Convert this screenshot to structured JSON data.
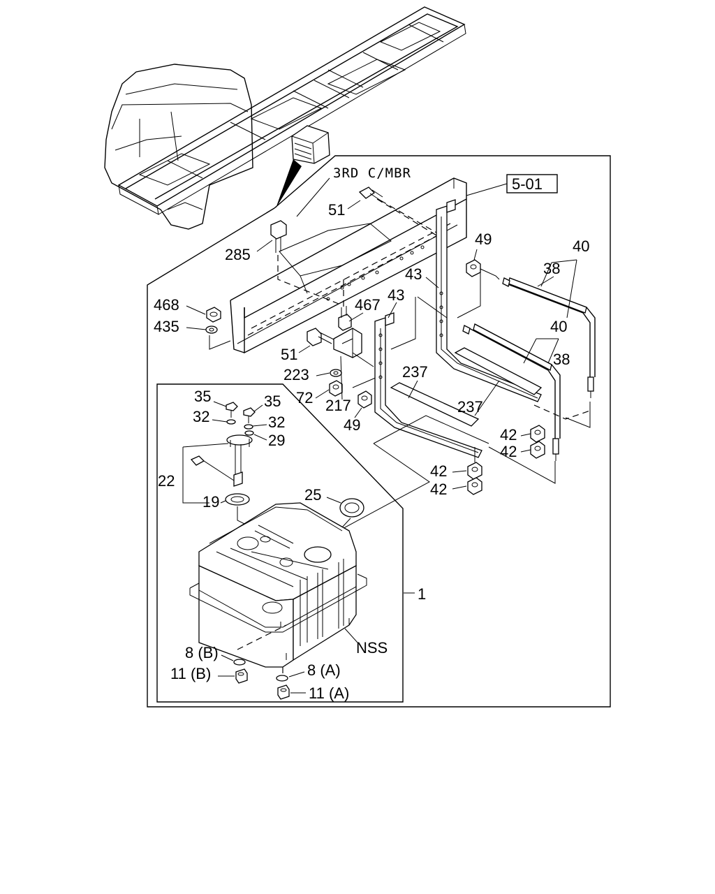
{
  "diagram": {
    "section_ref": "5-01",
    "frame_note": "3RD C/MBR",
    "callouts": {
      "p40a": "40",
      "p38a": "38",
      "p49a": "49",
      "p51a": "51",
      "p285": "285",
      "p43a": "43",
      "p43b": "43",
      "p467": "467",
      "p468": "468",
      "p435": "435",
      "p51b": "51",
      "p40b": "40",
      "p38b": "38",
      "p223": "223",
      "p237a": "237",
      "p237b": "237",
      "p72": "72",
      "p217": "217",
      "p49b": "49",
      "p42a": "42",
      "p42b": "42",
      "p42c": "42",
      "p42d": "42",
      "p35a": "35",
      "p35b": "35",
      "p32a": "32",
      "p32b": "32",
      "p29": "29",
      "p22": "22",
      "p19": "19",
      "p25": "25",
      "p1": "1",
      "pNSS": "NSS",
      "p8B": "8 (B)",
      "p11B": "11 (B)",
      "p8A": "8 (A)",
      "p11A": "11 (A)"
    }
  }
}
